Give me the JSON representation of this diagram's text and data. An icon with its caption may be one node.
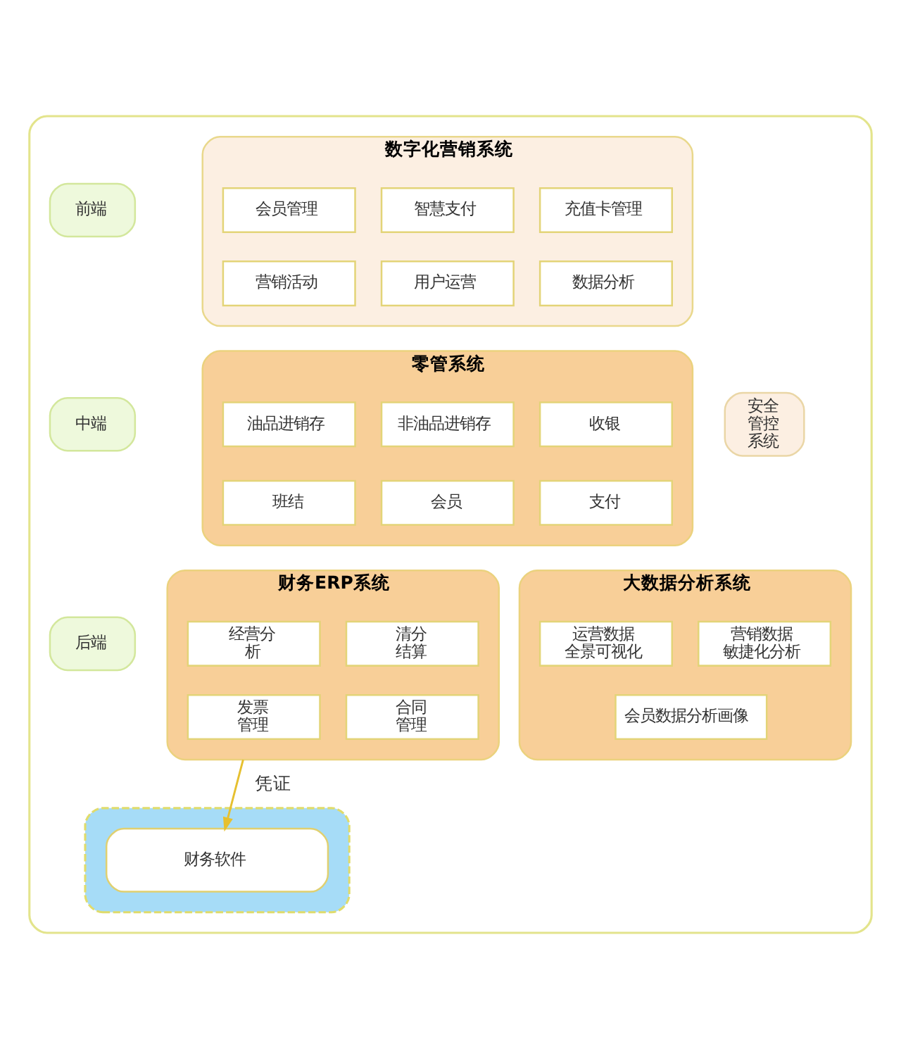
{
  "diagram": {
    "nodes": [
      {
        "text": [],
        "shape": "box"
      },
      {
        "text": [
          "前端"
        ],
        "in": 0
      },
      {
        "text": [
          "数字化营销系统"
        ],
        "in": 0
      },
      {
        "text": [
          "会员管理"
        ],
        "in": 2
      },
      {
        "text": [
          "智慧支付"
        ],
        "in": 2
      },
      {
        "text": [
          "充值卡管理"
        ],
        "in": 2
      },
      {
        "text": [
          "营销活动"
        ],
        "in": 2
      },
      {
        "text": [
          "用户运营"
        ],
        "in": 2
      },
      {
        "text": [
          "数据分析"
        ],
        "in": 2
      },
      {
        "text": [
          "安全管控系统"
        ],
        "in": 0
      },
      {
        "text": [
          "中端"
        ],
        "in": 0
      },
      {
        "text": [
          "零管系统"
        ],
        "in": 0
      },
      {
        "text": [
          "油品进销存"
        ],
        "in": 11
      },
      {
        "text": [
          "非油品进销存"
        ],
        "in": 11
      },
      {
        "text": [
          "收银"
        ],
        "in": 11
      },
      {
        "text": [
          "班结"
        ],
        "in": 11
      },
      {
        "text": [
          "会员"
        ],
        "in": 11
      },
      {
        "text": [
          "支付"
        ],
        "in": 11
      },
      {
        "text": [
          "后端"
        ],
        "in": 0
      },
      {
        "text": [
          "财务ERP系统"
        ],
        "in": 0
      },
      {
        "text": [
          "经营分析"
        ],
        "in": 19
      },
      {
        "text": [
          "清分结算"
        ],
        "in": 19
      },
      {
        "text": [
          "发票管理"
        ],
        "in": 19
      },
      {
        "text": [
          "合同管理"
        ],
        "in": 19
      },
      {
        "text": [
          "大数据分析系统"
        ],
        "in": 0
      },
      {
        "text": [
          "运营数据全景可视化"
        ],
        "in": 24
      },
      {
        "text": [
          "营销数据敏捷化分析"
        ],
        "in": 24
      },
      {
        "text": [
          "会员数据分析画像"
        ],
        "in": 24
      },
      {
        "text": [],
        "shape": "box",
        "in": 0
      },
      {
        "text": [
          "财务软件"
        ],
        "in": 28
      }
    ],
    "edges": [
      {
        "from": 19,
        "to": 29,
        "arrow": "to",
        "label": "凭证"
      }
    ]
  }
}
